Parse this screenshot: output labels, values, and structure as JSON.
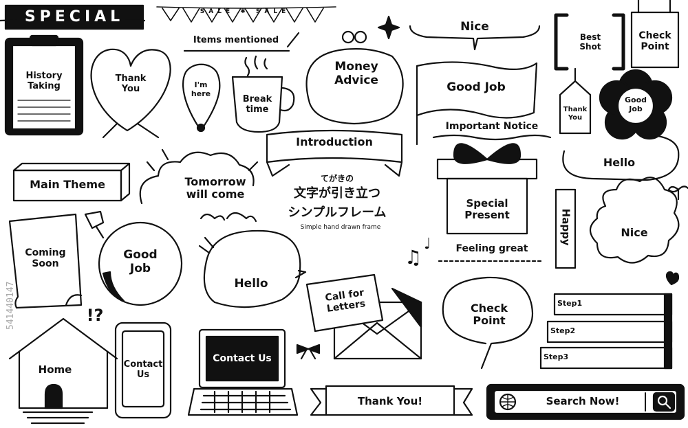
{
  "frames": {
    "special": "SPECIAL",
    "sale_banner": "SALE ✱ SALE",
    "history_taking": "History\nTaking",
    "thank_you_heart": "Thank\nYou",
    "items_mentioned": "Items mentioned",
    "im_here": "I'm\nhere",
    "break_time": "Break\ntime",
    "money_advice": "Money\nAdvice",
    "nice_top": "Nice",
    "good_job_flag": "Good Job",
    "best_shot": "Best\nShot",
    "check_point_sign": "Check\nPoint",
    "thank_you_tag": "Thank\nYou",
    "good_job_flower": "Good\nJob",
    "important_notice": "Important Notice",
    "introduction": "Introduction",
    "main_theme": "Main Theme",
    "tomorrow": "Tomorrow\nwill come",
    "title_jp_small": "てがきの",
    "title_jp_line1": "文字が引き立つ",
    "title_jp_line2": "シンプルフレーム",
    "title_en": "Simple hand drawn frame",
    "special_present": "Special\nPresent",
    "hello_top": "Hello",
    "happy": "Happy",
    "nice_cloud": "Nice",
    "coming_soon": "Coming\nSoon",
    "good_job_circle": "Good\nJob",
    "hello_bubble": "Hello",
    "call_for_letters": "Call for\nLetters",
    "feeling_great": "Feeling great",
    "check_point_bubble": "Check\nPoint",
    "exclaim": "!?",
    "home": "Home",
    "contact_phone": "Contact\nUs",
    "contact_laptop": "Contact Us",
    "thank_you_ribbon": "Thank You!",
    "step1": "Step1",
    "step2": "Step2",
    "step3": "Step3",
    "search_now": "Search Now!"
  },
  "watermark_id": "541440147"
}
